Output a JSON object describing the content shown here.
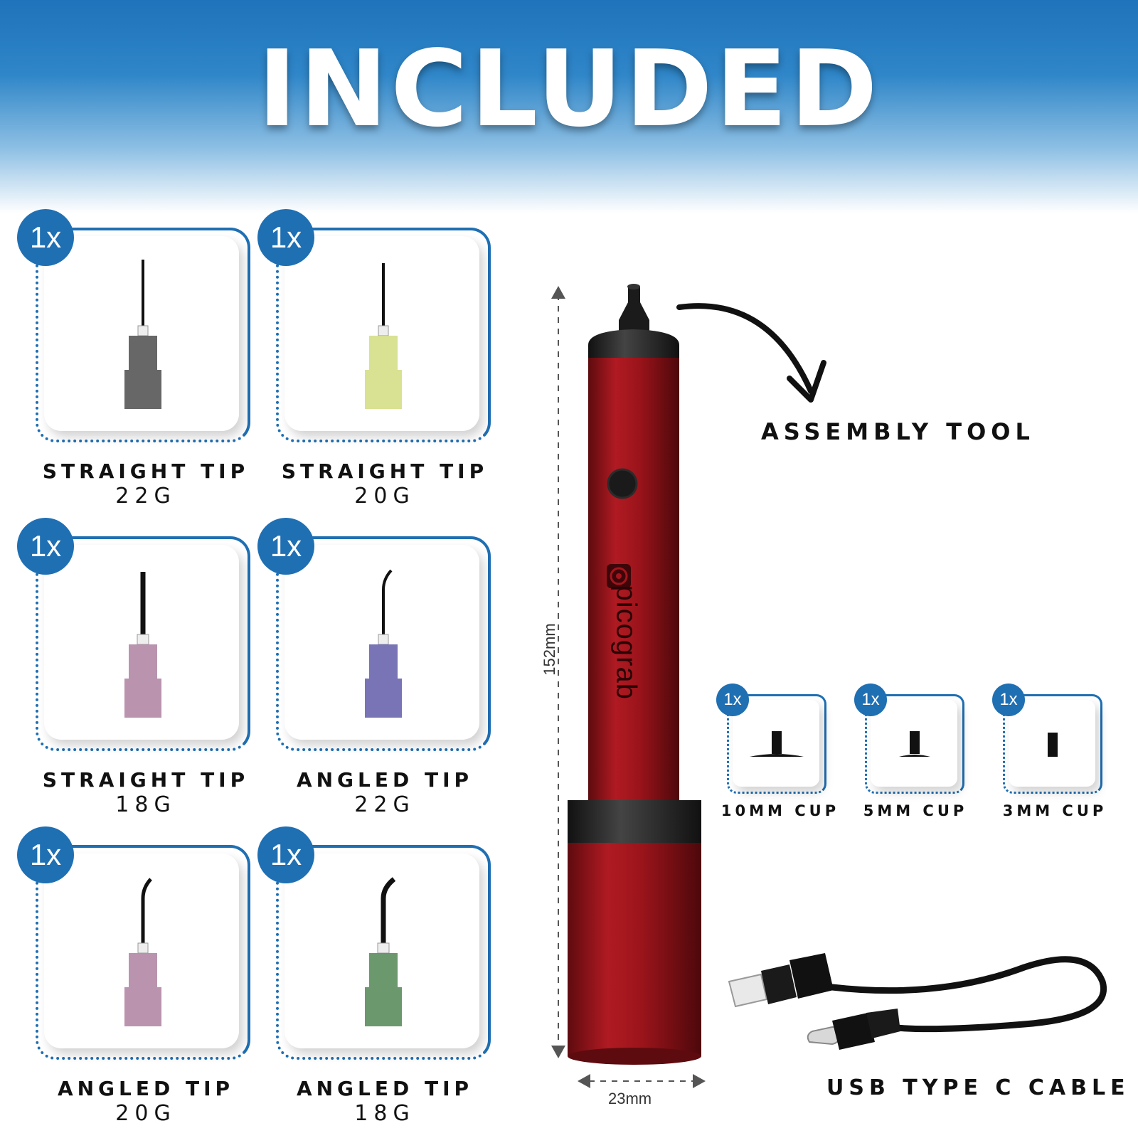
{
  "header": {
    "title": "INCLUDED"
  },
  "tips": [
    {
      "qty": "1x",
      "name": "STRAIGHT TIP",
      "gauge": "22G",
      "hub_color": "#5a5a5a",
      "shape": "straight"
    },
    {
      "qty": "1x",
      "name": "STRAIGHT TIP",
      "gauge": "20G",
      "hub_color": "#d6de8a",
      "shape": "straight"
    },
    {
      "qty": "1x",
      "name": "STRAIGHT TIP",
      "gauge": "18G",
      "hub_color": "#b48aa8",
      "shape": "straight"
    },
    {
      "qty": "1x",
      "name": "ANGLED TIP",
      "gauge": "22G",
      "hub_color": "#6d68b0",
      "shape": "angled"
    },
    {
      "qty": "1x",
      "name": "ANGLED TIP",
      "gauge": "20G",
      "hub_color": "#b48aa8",
      "shape": "angled"
    },
    {
      "qty": "1x",
      "name": "ANGLED TIP",
      "gauge": "18G",
      "hub_color": "#5f8f62",
      "shape": "angled"
    }
  ],
  "tool": {
    "label": "ASSEMBLY TOOL",
    "brand": "picograb",
    "body_color": "#a3151c",
    "height_dim": "152mm",
    "width_dim": "23mm"
  },
  "cups": [
    {
      "qty": "1x",
      "name": "10MM CUP"
    },
    {
      "qty": "1x",
      "name": "5MM CUP"
    },
    {
      "qty": "1x",
      "name": "3MM CUP"
    }
  ],
  "cable": {
    "label": "USB TYPE C CABLE"
  },
  "colors": {
    "accent": "#1f6fb3",
    "text": "#111111"
  }
}
